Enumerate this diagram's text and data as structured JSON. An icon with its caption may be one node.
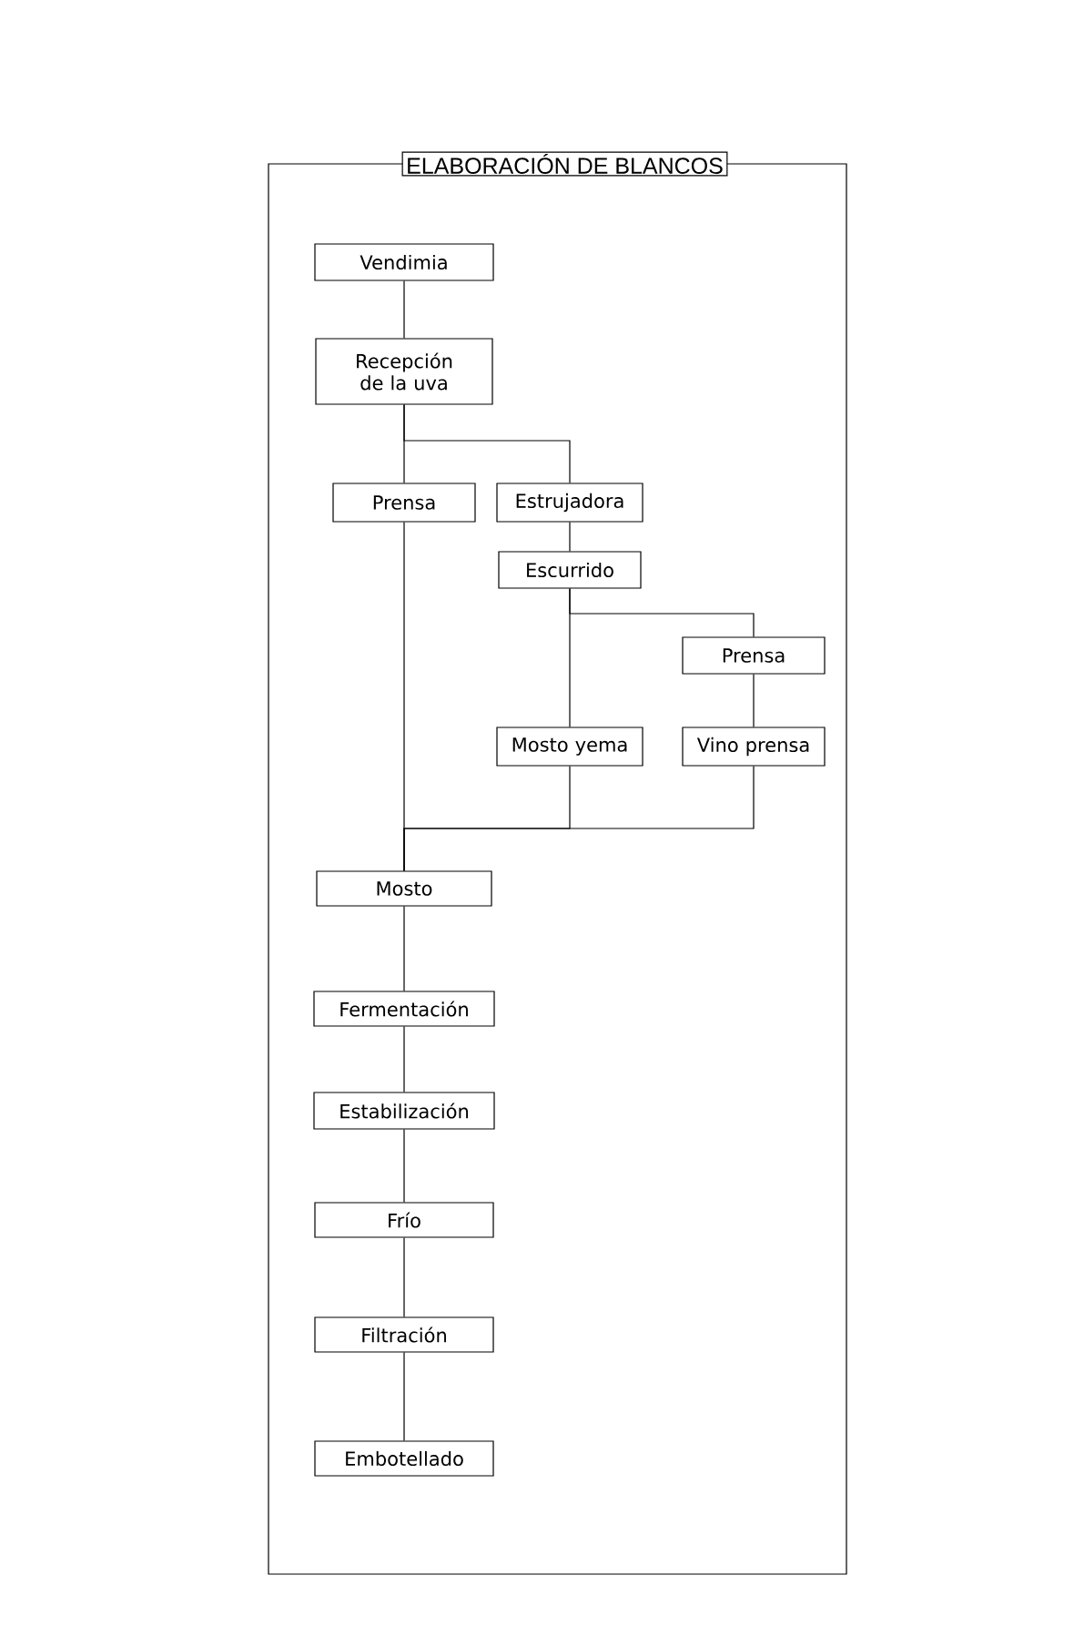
{
  "diagram": {
    "nodes": [
      {
        "text": [
          "ELABORACIÓN DE BLANCOS"
        ]
      },
      {
        "text": [
          "Vendimia"
        ],
        "in": 0
      },
      {
        "text": [
          "Recepción de la uva"
        ],
        "in": 0
      },
      {
        "text": [
          "Prensa"
        ],
        "in": 0
      },
      {
        "text": [
          "Estrujadora"
        ],
        "in": 0
      },
      {
        "text": [
          "Escurrido"
        ],
        "in": 0
      },
      {
        "text": [
          "Prensa"
        ],
        "in": 0
      },
      {
        "text": [
          "Mosto yema"
        ],
        "in": 0
      },
      {
        "text": [
          "Vino prensa"
        ],
        "in": 0
      },
      {
        "text": [
          "Mosto"
        ],
        "in": 0
      },
      {
        "text": [
          "Fermentación"
        ],
        "in": 0
      },
      {
        "text": [
          "Estabilización"
        ],
        "in": 0
      },
      {
        "text": [
          "Frío"
        ],
        "in": 0
      },
      {
        "text": [
          "Filtración"
        ],
        "in": 0
      },
      {
        "text": [
          "Embotellado"
        ],
        "in": 0
      }
    ],
    "edges": [
      {
        "from": 1,
        "to": 2,
        "arrow": "none"
      },
      {
        "from": 2,
        "to": 3,
        "arrow": "none"
      },
      {
        "from": 2,
        "to": 4,
        "arrow": "none"
      },
      {
        "from": 4,
        "to": 5,
        "arrow": "none"
      },
      {
        "from": 5,
        "to": 7,
        "arrow": "none"
      },
      {
        "from": 5,
        "to": 6,
        "arrow": "none"
      },
      {
        "from": 6,
        "to": 8,
        "arrow": "none"
      },
      {
        "from": 3,
        "to": 9,
        "arrow": "none"
      },
      {
        "from": 7,
        "to": 9,
        "arrow": "none"
      },
      {
        "from": 8,
        "to": 9,
        "arrow": "none"
      },
      {
        "from": 9,
        "to": 10,
        "arrow": "none"
      },
      {
        "from": 10,
        "to": 11,
        "arrow": "none"
      },
      {
        "from": 11,
        "to": 12,
        "arrow": "none"
      },
      {
        "from": 12,
        "to": 13,
        "arrow": "none"
      },
      {
        "from": 13,
        "to": 14,
        "arrow": "none"
      }
    ]
  }
}
